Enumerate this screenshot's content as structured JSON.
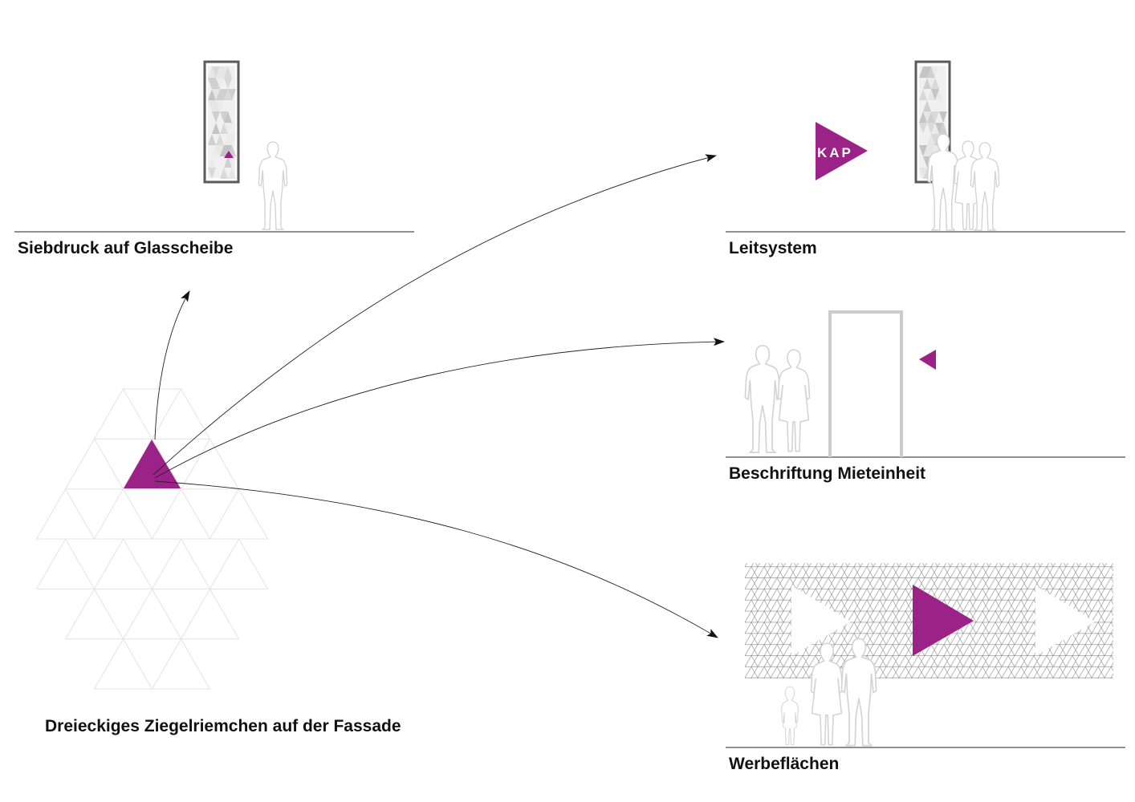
{
  "colors": {
    "accent": "#9b2388",
    "line": "#222222",
    "grid": "#e3e3e3",
    "figure": "#d6d6d6",
    "frame": "#5a5a5a",
    "door": "#cccccc"
  },
  "labels": {
    "glass": "Siebdruck auf Glasscheibe",
    "guidance": "Leitsystem",
    "unit": "Beschriftung Mieteinheit",
    "ads": "Werbeflächen",
    "facade": "Dreieckiges Ziegelriemchen auf der Fassade"
  },
  "sign": {
    "text": "KAP"
  },
  "icons": [
    "arrow-icon",
    "person-silhouette-icon",
    "triangle-icon",
    "door-icon"
  ]
}
